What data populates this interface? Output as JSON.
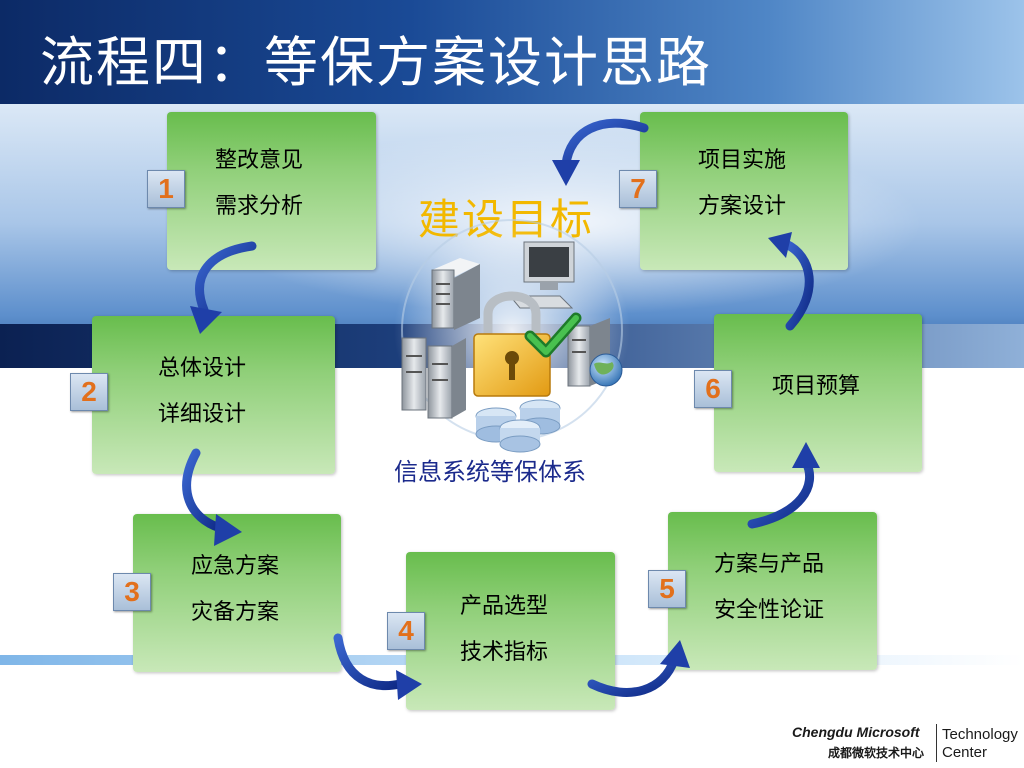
{
  "slide": {
    "title": "流程四：等保方案设计思路"
  },
  "center": {
    "title": "建设目标",
    "caption": "信息系统等保体系",
    "icon": "secure-servers-lock-icon"
  },
  "steps": [
    {
      "number": "1",
      "lines": [
        "整改意见",
        "需求分析"
      ]
    },
    {
      "number": "2",
      "lines": [
        "总体设计",
        "详细设计"
      ]
    },
    {
      "number": "3",
      "lines": [
        "应急方案",
        "灾备方案"
      ]
    },
    {
      "number": "4",
      "lines": [
        "产品选型",
        "技术指标"
      ]
    },
    {
      "number": "5",
      "lines": [
        "方案与产品",
        "安全性论证"
      ]
    },
    {
      "number": "6",
      "lines": [
        "项目预算"
      ]
    },
    {
      "number": "7",
      "lines": [
        "项目实施",
        "方案设计"
      ]
    }
  ],
  "logo": {
    "brand": "Chengdu Microsoft",
    "brand_cn": "成都微软技术中心",
    "tagline_1": "Technology",
    "tagline_2": "Center"
  },
  "colors": {
    "box_green": "#68bd4d",
    "badge_number": "#e2701c",
    "center_title": "#f2b800",
    "caption_blue": "#1b2a8c",
    "arrow_blue": "#1f3fa8"
  }
}
